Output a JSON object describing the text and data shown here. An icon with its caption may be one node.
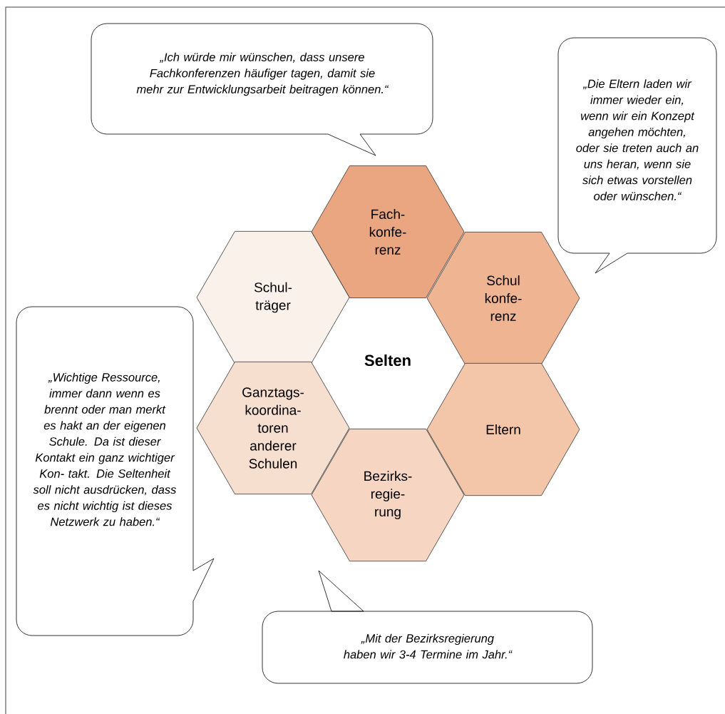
{
  "diagram": {
    "nodes": [
      {
        "text": [
          "„Ich würde mir wünschen, dass unsere Fachkonferenzen häufiger tagen, damit sie mehr zur Entwicklungsarbeit beitragen können.“"
        ]
      },
      {
        "text": [
          "„Die Eltern laden wir immer wieder ein, wenn wir ein Konzept angehen möchten, oder sie treten auch an uns heran, wenn sie sich etwas vorstellen oder wünschen.“"
        ]
      },
      {
        "text": [
          "Fach- konfe- renz"
        ]
      },
      {
        "text": [
          "Schul- träger"
        ]
      },
      {
        "text": [
          "Schul konfe- renz"
        ]
      },
      {
        "text": [
          "Ganztags- koordina- toren anderer Schulen"
        ]
      },
      {
        "text": [
          "Eltern"
        ]
      },
      {
        "text": [
          "Bezirks- regie- rung"
        ]
      },
      {
        "text": [
          "„Wichtige Ressource, immer dann wenn es brennt oder man merkt es hakt an der eigenen Schule. Da ist dieser Kontakt ein ganz wichtiger Kon- takt. Die Seltenheit soll nicht ausdrücken, dass es nicht wichtig ist dieses Netzwerk zu haben.“"
        ]
      },
      {
        "text": [
          "„Mit der Bezirksregierung haben wir 3-4 Termine im Jahr.“"
        ]
      }
    ],
    "edges": [],
    "labels": [
      "Selten"
    ]
  }
}
